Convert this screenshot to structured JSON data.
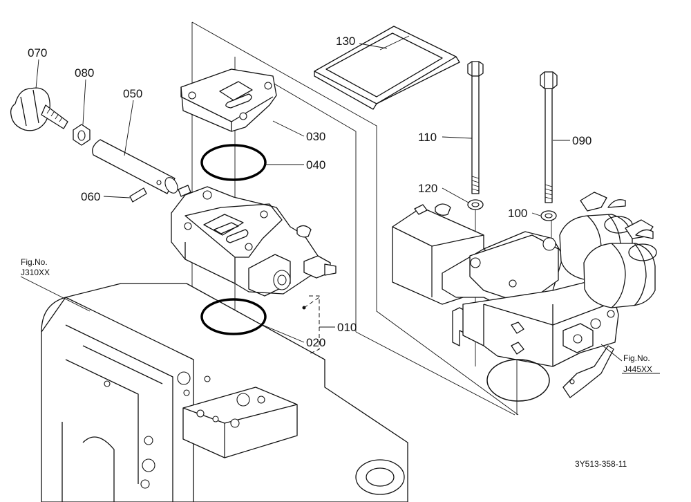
{
  "diagram": {
    "parts": [
      {
        "id": "p070",
        "label": "070"
      },
      {
        "id": "p080",
        "label": "080"
      },
      {
        "id": "p050",
        "label": "050"
      },
      {
        "id": "p060",
        "label": "060"
      },
      {
        "id": "p030",
        "label": "030"
      },
      {
        "id": "p040",
        "label": "040"
      },
      {
        "id": "p020",
        "label": "020"
      },
      {
        "id": "p010",
        "label": "010"
      },
      {
        "id": "p130",
        "label": "130"
      },
      {
        "id": "p110",
        "label": "110"
      },
      {
        "id": "p090",
        "label": "090"
      },
      {
        "id": "p120",
        "label": "120"
      },
      {
        "id": "p100",
        "label": "100"
      }
    ],
    "references": [
      {
        "id": "ref-left",
        "line1": "Fig.No.",
        "line2": "J310XX"
      },
      {
        "id": "ref-right",
        "line1": "Fig.No.",
        "line2": "J445XX"
      }
    ],
    "drawing_code": "3Y513-358-11"
  }
}
